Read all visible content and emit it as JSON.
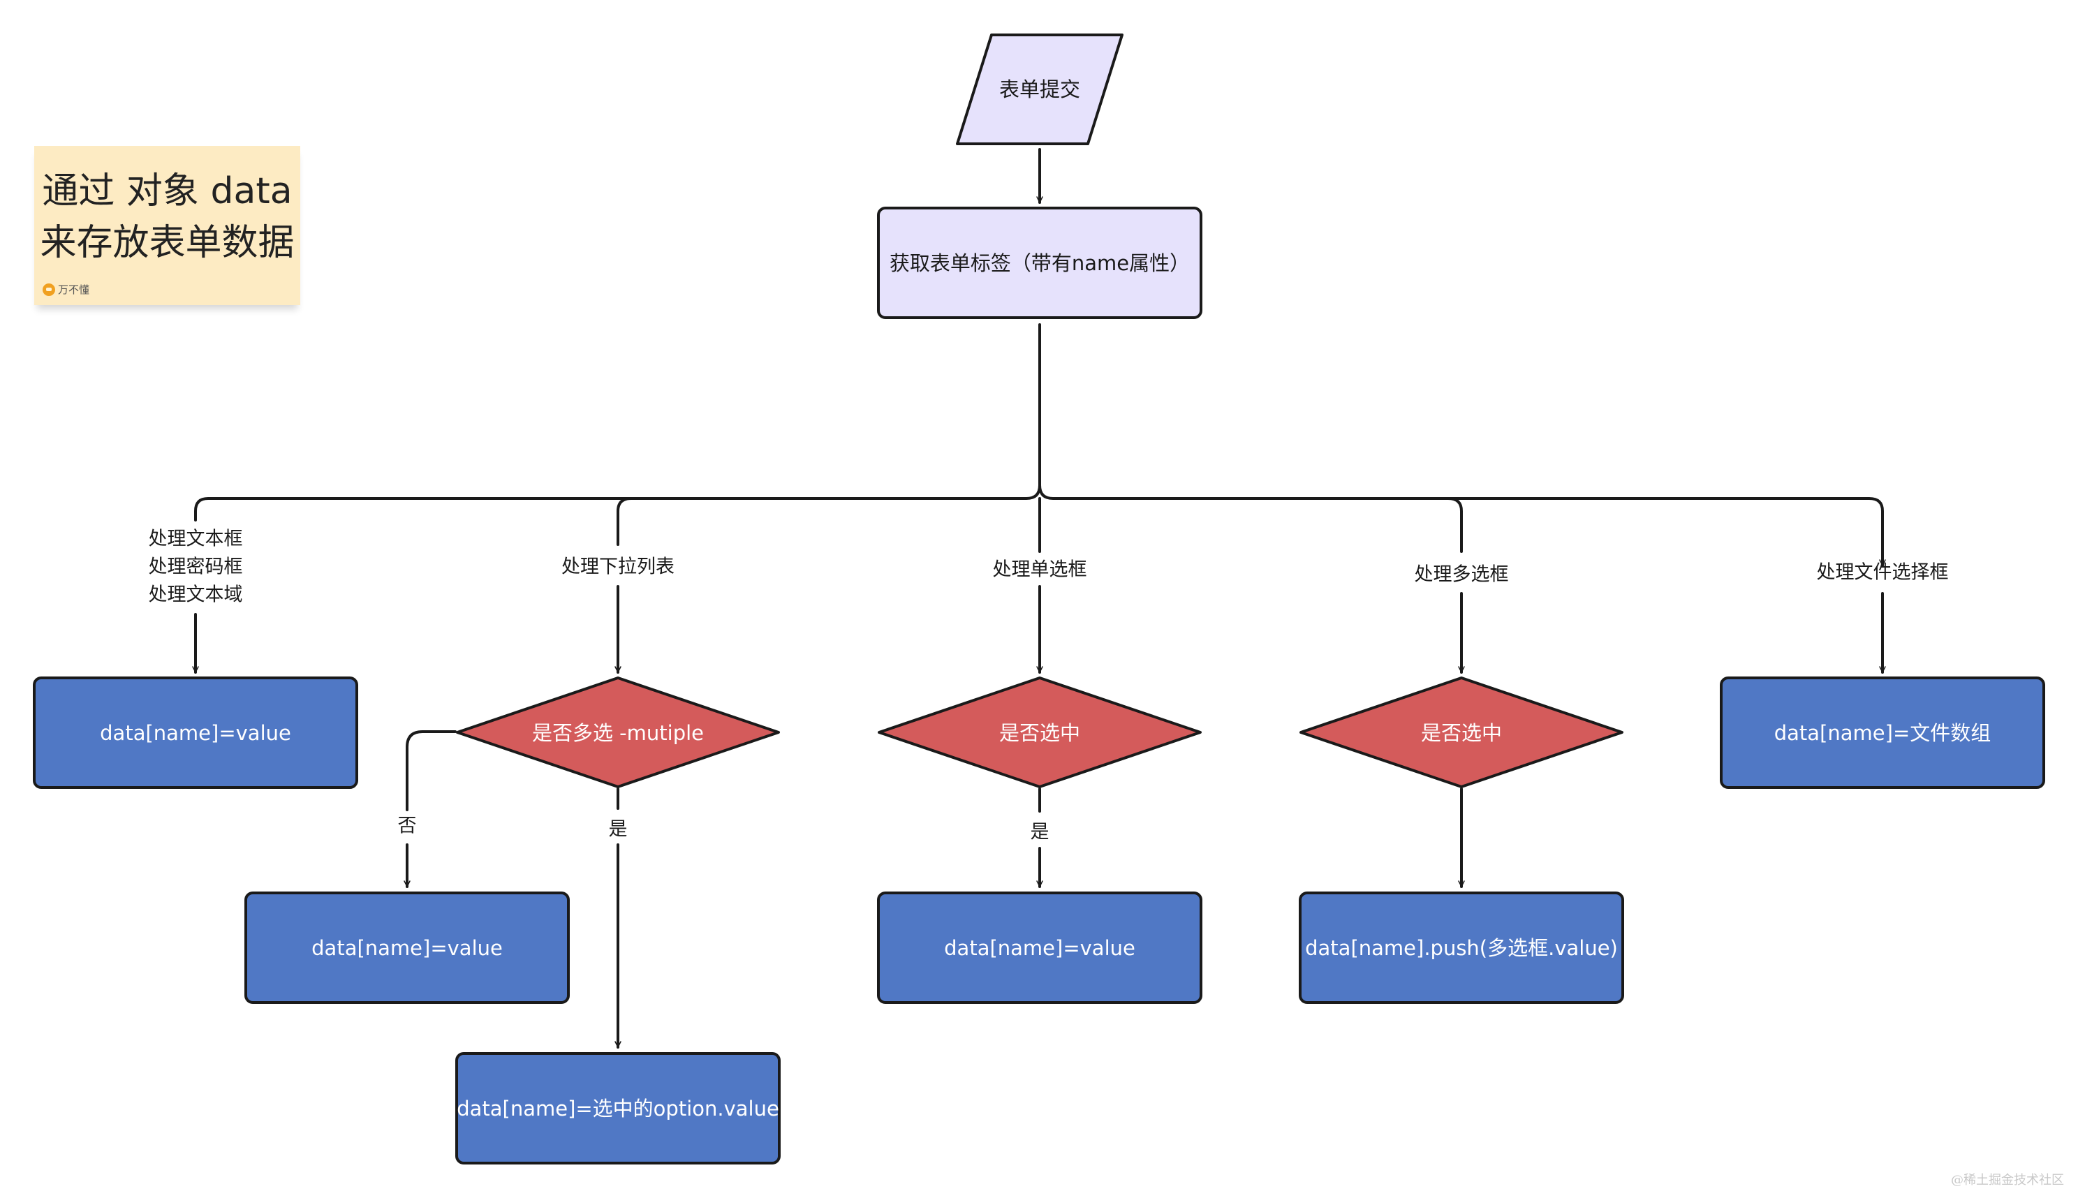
{
  "sticky_note": {
    "line1": "通过 对象 data",
    "line2": "来存放表单数据",
    "author": "万不懂"
  },
  "watermark": "@稀土掘金技术社区",
  "colors": {
    "start_fill": "#e6e2fc",
    "process_fill": "#5078c5",
    "decision_fill": "#d45b5b",
    "stroke": "#1a1a1a",
    "sticky_fill": "#fdebc3"
  },
  "nodes": {
    "submit": "表单提交",
    "get_tags": "获取表单标签（带有name属性）",
    "text_value": "data[name]=value",
    "select_multiple_q": "是否多选 -mutiple",
    "select_single_value": "data[name]=value",
    "select_multi_value": "data[name]=选中的option.value",
    "radio_q": "是否选中",
    "radio_value": "data[name]=value",
    "checkbox_q": "是否选中",
    "checkbox_push": "data[name].push(多选框.value)",
    "file_value": "data[name]=文件数组"
  },
  "edge_labels": {
    "text_line1": "处理文本框",
    "text_line2": "处理密码框",
    "text_line3": "处理文本域",
    "select": "处理下拉列表",
    "radio": "处理单选框",
    "checkbox": "处理多选框",
    "file": "处理文件选择框",
    "select_no": "否",
    "select_yes": "是",
    "radio_yes": "是"
  }
}
